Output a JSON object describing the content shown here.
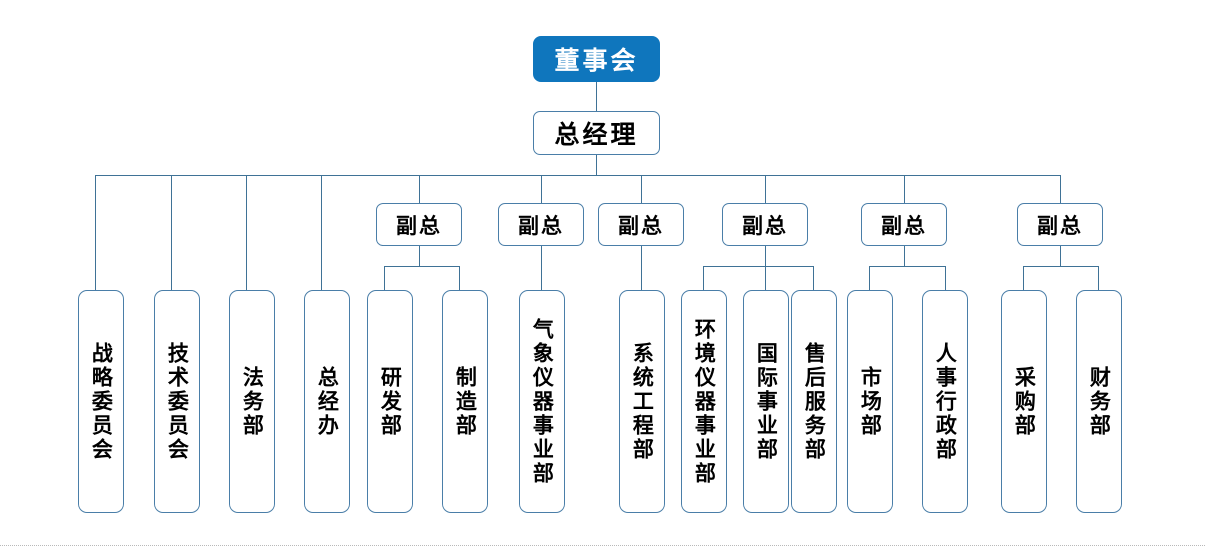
{
  "chart": {
    "title_text": "",
    "type": "org-chart",
    "colors": {
      "accent_fill": "#0f76bd",
      "box_border": "#4a7ea8",
      "connector": "#3f7296",
      "text": "#000000",
      "accent_text": "#ffffff",
      "background": "#ffffff",
      "footer_rule": "#b9b9b9"
    },
    "root": {
      "label": "董事会",
      "style": "filled"
    },
    "gm": {
      "label": "总经理",
      "style": "outlined"
    },
    "direct_units": [
      {
        "label": "战略委员会"
      },
      {
        "label": "技术委员会"
      },
      {
        "label": "法务部"
      },
      {
        "label": "总经办"
      }
    ],
    "vice_presidents": [
      {
        "label": "副总",
        "departments": [
          {
            "label": "研发部"
          },
          {
            "label": "制造部"
          }
        ]
      },
      {
        "label": "副总",
        "departments": [
          {
            "label": "气象仪器事业部"
          }
        ]
      },
      {
        "label": "副总",
        "departments": [
          {
            "label": "系统工程部"
          }
        ]
      },
      {
        "label": "副总",
        "departments": [
          {
            "label": "环境仪器事业部"
          },
          {
            "label": "国际事业部"
          },
          {
            "label": "售后服务部"
          }
        ]
      },
      {
        "label": "副总",
        "departments": [
          {
            "label": "市场部"
          },
          {
            "label": "人事行政部"
          }
        ]
      },
      {
        "label": "副总",
        "departments": [
          {
            "label": "采购部"
          },
          {
            "label": "财务部"
          }
        ]
      }
    ]
  }
}
